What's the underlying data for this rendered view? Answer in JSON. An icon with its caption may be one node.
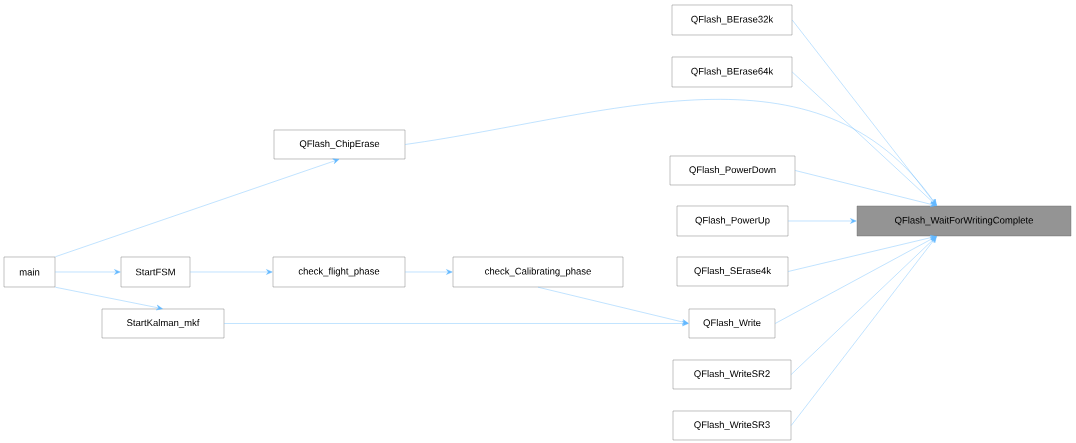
{
  "diagram": {
    "nodes": [
      {
        "text": [
          "QFlash_WaitForWritingComplete"
        ]
      },
      {
        "text": [
          "QFlash_BErase32k"
        ]
      },
      {
        "text": [
          "QFlash_BErase64k"
        ]
      },
      {
        "text": [
          "QFlash_ChipErase"
        ]
      },
      {
        "text": [
          "QFlash_PowerDown"
        ]
      },
      {
        "text": [
          "QFlash_PowerUp"
        ]
      },
      {
        "text": [
          "QFlash_SErase4k"
        ]
      },
      {
        "text": [
          "QFlash_Write"
        ]
      },
      {
        "text": [
          "QFlash_WriteSR2"
        ]
      },
      {
        "text": [
          "QFlash_WriteSR3"
        ]
      },
      {
        "text": [
          "main"
        ]
      },
      {
        "text": [
          "StartFSM"
        ]
      },
      {
        "text": [
          "check_flight_phase"
        ]
      },
      {
        "text": [
          "check_Calibrating_phase"
        ]
      },
      {
        "text": [
          "StartKalman_mkf"
        ]
      }
    ],
    "edges": [
      {
        "from": 1,
        "to": 0,
        "arrow": "to"
      },
      {
        "from": 2,
        "to": 0,
        "arrow": "to"
      },
      {
        "from": 3,
        "to": 0,
        "arrow": "to"
      },
      {
        "from": 4,
        "to": 0,
        "arrow": "to"
      },
      {
        "from": 5,
        "to": 0,
        "arrow": "to"
      },
      {
        "from": 6,
        "to": 0,
        "arrow": "to"
      },
      {
        "from": 7,
        "to": 0,
        "arrow": "to"
      },
      {
        "from": 8,
        "to": 0,
        "arrow": "to"
      },
      {
        "from": 9,
        "to": 0,
        "arrow": "to"
      },
      {
        "from": 10,
        "to": 3,
        "arrow": "to"
      },
      {
        "from": 10,
        "to": 11,
        "arrow": "to"
      },
      {
        "from": 10,
        "to": 14,
        "arrow": "to"
      },
      {
        "from": 11,
        "to": 12,
        "arrow": "to"
      },
      {
        "from": 12,
        "to": 13,
        "arrow": "to"
      },
      {
        "from": 13,
        "to": 7,
        "arrow": "to"
      },
      {
        "from": 14,
        "to": 7,
        "arrow": "to"
      }
    ]
  }
}
